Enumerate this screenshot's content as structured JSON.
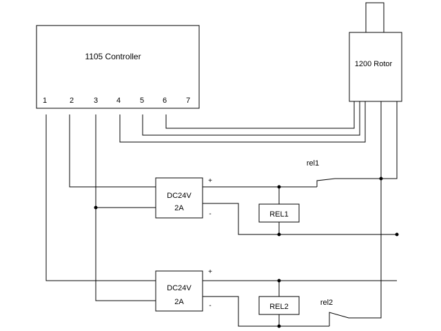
{
  "controller": {
    "title": "1105 Controller",
    "pins": [
      "1",
      "2",
      "3",
      "4",
      "5",
      "6",
      "7"
    ]
  },
  "rotor": {
    "title": "1200 Rotor"
  },
  "supply_top": {
    "line1": "DC24V",
    "line2": "2A",
    "plus": "+",
    "minus": "-"
  },
  "supply_bottom": {
    "line1": "DC24V",
    "line2": "2A",
    "plus": "+",
    "minus": "-"
  },
  "relay_top": {
    "label": "REL1",
    "switch_label": "rel1"
  },
  "relay_bottom": {
    "label": "REL2",
    "switch_label": "rel2"
  }
}
